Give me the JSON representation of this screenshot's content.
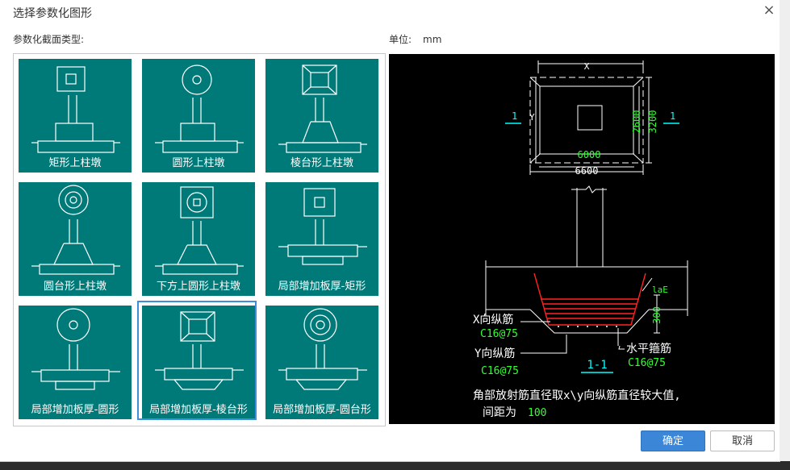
{
  "dialog": {
    "title": "选择参数化图形",
    "close_glyph": "×",
    "section_label": "参数化截面类型:",
    "unit_label": "单位:",
    "unit_value": "mm"
  },
  "tiles": [
    {
      "label": "矩形上柱墩",
      "selected": false
    },
    {
      "label": "圆形上柱墩",
      "selected": false
    },
    {
      "label": "棱台形上柱墩",
      "selected": false
    },
    {
      "label": "圆台形上柱墩",
      "selected": false
    },
    {
      "label": "下方上圆形上柱墩",
      "selected": false
    },
    {
      "label": "局部增加板厚-矩形",
      "selected": false
    },
    {
      "label": "局部增加板厚-圆形",
      "selected": false
    },
    {
      "label": "局部增加板厚-棱台形",
      "selected": true
    },
    {
      "label": "局部增加板厚-圆台形",
      "selected": false
    }
  ],
  "preview": {
    "dim_x": "X",
    "dim_y": "Y",
    "dim_6000": "6000",
    "dim_6600": "6600",
    "dim_2600": "2600",
    "dim_3200": "3200",
    "section_mark": "1",
    "dim_lae": "laE",
    "dim_300": "300",
    "x_rebar_label": "X向纵筋",
    "x_rebar_value": "C16@75",
    "y_rebar_label": "Y向纵筋",
    "y_rebar_value": "C16@75",
    "hoop_label": "水平箍筋",
    "hoop_value": "C16@75",
    "section_title": "1-1",
    "note_line1": "角部放射筋直径取x\\y向纵筋直径较大值,",
    "note_line2_prefix": "间距为",
    "note_line2_value": "100"
  },
  "buttons": {
    "ok": "确定",
    "cancel": "取消"
  },
  "colors": {
    "tile_bg": "#007a78",
    "accent": "#3c86d8",
    "cad_green": "#33ff33",
    "cad_cyan": "#00ffff",
    "cad_red": "#ff2222"
  }
}
